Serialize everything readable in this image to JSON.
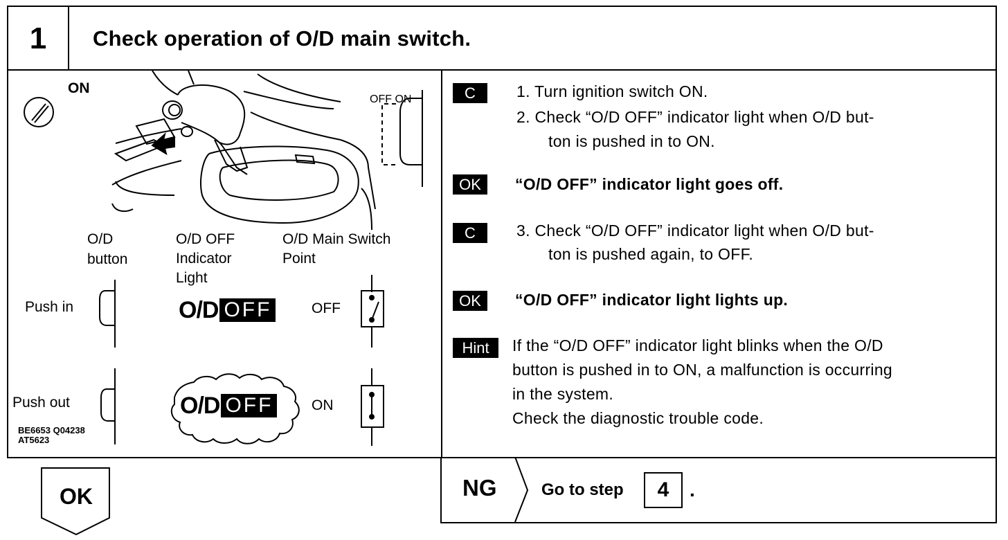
{
  "header": {
    "step_number": "1",
    "title": "Check operation of O/D main switch."
  },
  "diagram": {
    "ignition_label": "ON",
    "switch_state_label": "OFF ON",
    "col_button_line1": "O/D",
    "col_button_line2": "button",
    "col_indicator_line1": "O/D OFF",
    "col_indicator_line2": "Indicator",
    "col_indicator_line3": "Light",
    "col_switch_line1": "O/D Main Switch",
    "col_switch_line2": "Point",
    "row1_push": "Push in",
    "row1_switch_state": "OFF",
    "row2_push": "Push out",
    "row2_switch_state": "ON",
    "indicator_od": "O/D",
    "indicator_off": "OFF",
    "figure_codes_line1": "BE6653 Q04238",
    "figure_codes_line2": "AT5623"
  },
  "instructions": {
    "badge_c": "C",
    "badge_ok": "OK",
    "badge_hint": "Hint",
    "step1": "1.  Turn ignition switch ON.",
    "step2_line1": "2.  Check “O/D OFF” indicator light when O/D but-",
    "step2_line2": "ton is pushed in to ON.",
    "ok1": "“O/D OFF” indicator light goes off.",
    "step3_line1": "3.  Check “O/D OFF” indicator light when O/D but-",
    "step3_line2": "ton is pushed again, to OFF.",
    "ok2": "“O/D OFF” indicator light lights up.",
    "hint_line1": "If the “O/D OFF” indicator light blinks when the O/D",
    "hint_line2": "button is pushed in to ON, a malfunction is occurring",
    "hint_line3": "in the system.",
    "hint_line4": "Check the diagnostic trouble code."
  },
  "footer": {
    "ok_label": "OK",
    "ng_label": "NG",
    "goto_text": "Go to step",
    "goto_step": "4",
    "goto_period": "."
  }
}
